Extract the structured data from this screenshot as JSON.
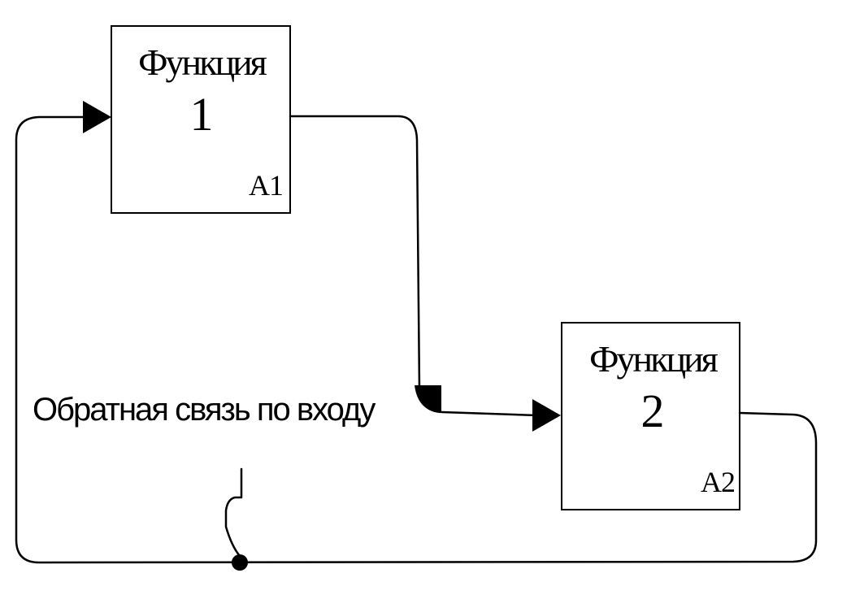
{
  "boxes": [
    {
      "title": "Функция",
      "number": "1",
      "code": "A1"
    },
    {
      "title": "Функция",
      "number": "2",
      "code": "A2"
    }
  ],
  "arrows": {
    "feedback_label": "Обратная связь по входу"
  },
  "colors": {
    "stroke": "#000000",
    "background": "#ffffff"
  }
}
